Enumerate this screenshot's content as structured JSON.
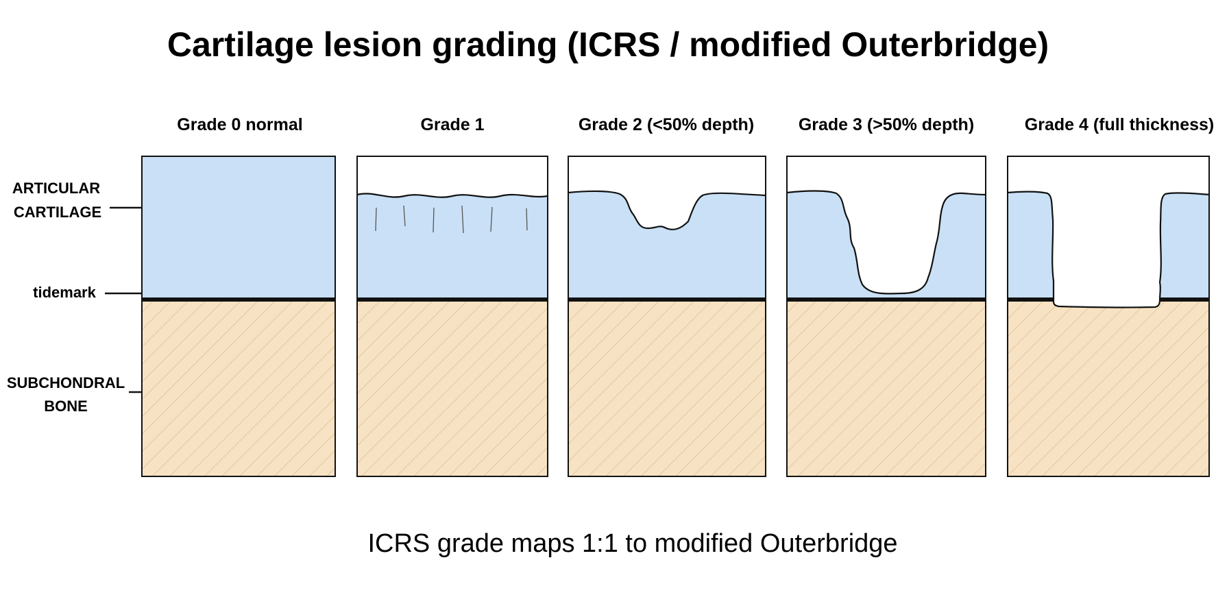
{
  "title": "Cartilage lesion grading (ICRS / modified Outerbridge)",
  "panels": [
    {
      "heading": "Grade 0 normal"
    },
    {
      "heading": "Grade 1"
    },
    {
      "heading": "Grade 2 (<50% depth)"
    },
    {
      "heading": "Grade 3 (>50% depth)"
    },
    {
      "heading": "Grade 4 (full thickness)"
    }
  ],
  "layer_labels": {
    "cartilage_line1": "ARTICULAR",
    "cartilage_line2": "CARTILAGE",
    "tidemark": "tidemark",
    "bone_line1": "SUBCHONDRAL",
    "bone_line2": "BONE"
  },
  "footer": "ICRS grade maps 1:1 to modified Outerbridge",
  "colors": {
    "cartilage": "#c9e0f6",
    "bone": "#f7e3c3",
    "bone_hatch": "#d9c09a",
    "outline": "#111111"
  }
}
